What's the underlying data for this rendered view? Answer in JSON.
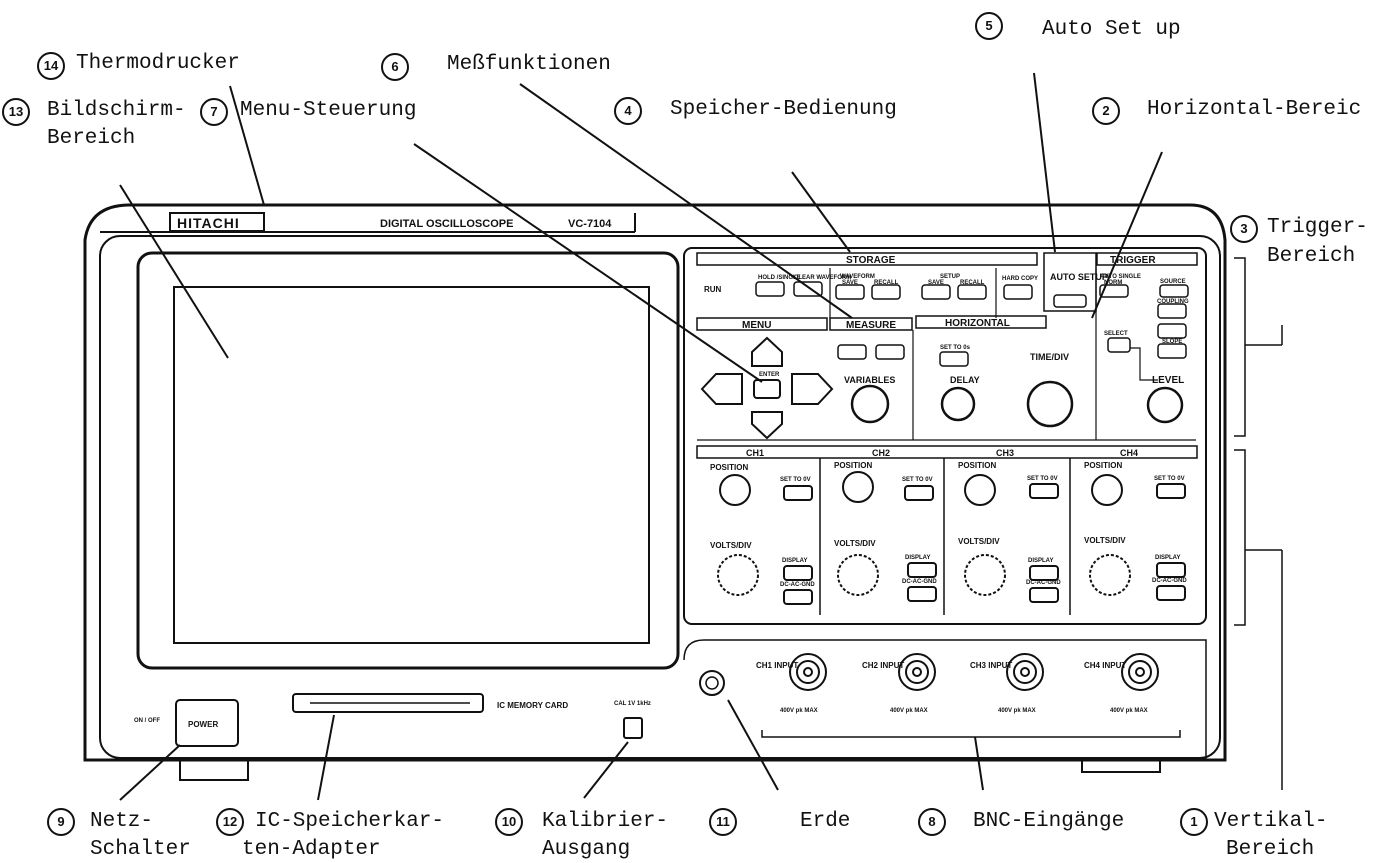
{
  "device": {
    "brand": "HITACHI",
    "model_title": "DIGITAL OSCILLOSCOPE",
    "model_number": "VC-7104"
  },
  "panel": {
    "storage_header": "STORAGE",
    "trigger_header": "TRIGGER",
    "menu_header": "MENU",
    "measure_header": "MEASURE",
    "horizontal_header": "HORIZONTAL",
    "run": "RUN",
    "hold_single": "HOLD /SINGLE",
    "clear_waveform": "CLEAR WAVEFORM",
    "waveform": "WAVEFORM",
    "save": "SAVE",
    "recall": "RECALL",
    "setup": "SETUP",
    "hard_copy": "HARD COPY",
    "auto_setup": "AUTO SETUP",
    "auto_single": "AUTO SINGLE",
    "norm": "NORM",
    "source": "SOURCE",
    "coupling": "COUPLING",
    "slope": "SLOPE",
    "select": "SELECT",
    "level": "LEVEL",
    "enter": "ENTER",
    "variables": "VARIABLES",
    "set_to_0": "SET TO 0s",
    "delay": "DELAY",
    "time_div": "TIME/DIV",
    "position": "POSITION",
    "set_to_0v": "SET TO 0V",
    "volts_div": "VOLTS/DIV",
    "display": "DISPLAY",
    "coupling_mode": "DC-AC-GND",
    "channels": [
      "CH1",
      "CH2",
      "CH3",
      "CH4"
    ],
    "inputs": [
      "CH1 INPUT",
      "CH2 INPUT",
      "CH3 INPUT",
      "CH4 INPUT"
    ],
    "input_limit": "400V pk MAX",
    "power": "POWER",
    "on_off": "ON / OFF",
    "ic_memory_card": "IC MEMORY CARD",
    "cal": "CAL 1V 1kHz"
  },
  "callouts": [
    {
      "number": "14",
      "text": "Thermodrucker"
    },
    {
      "number": "6",
      "text": "Meßfunktionen"
    },
    {
      "number": "5",
      "text": "Auto Set up"
    },
    {
      "number": "13",
      "text": "Bildschirm-"
    },
    {
      "number": "",
      "text": "Bereich"
    },
    {
      "number": "7",
      "text": "Menu-Steuerung"
    },
    {
      "number": "4",
      "text": "Speicher-Bedienung"
    },
    {
      "number": "2",
      "text": "Horizontal-Bereic"
    },
    {
      "number": "3",
      "text": "Trigger-"
    },
    {
      "number": "",
      "text": "Bereich"
    },
    {
      "number": "9",
      "text": "Netz-"
    },
    {
      "number": "",
      "text": "Schalter"
    },
    {
      "number": "12",
      "text": "IC-Speicherkar-"
    },
    {
      "number": "",
      "text": "ten-Adapter"
    },
    {
      "number": "10",
      "text": "Kalibrier-"
    },
    {
      "number": "",
      "text": "Ausgang"
    },
    {
      "number": "11",
      "text": "Erde"
    },
    {
      "number": "8",
      "text": "BNC-Eingänge"
    },
    {
      "number": "1",
      "text": "Vertikal-"
    },
    {
      "number": "",
      "text": "Bereich"
    }
  ]
}
